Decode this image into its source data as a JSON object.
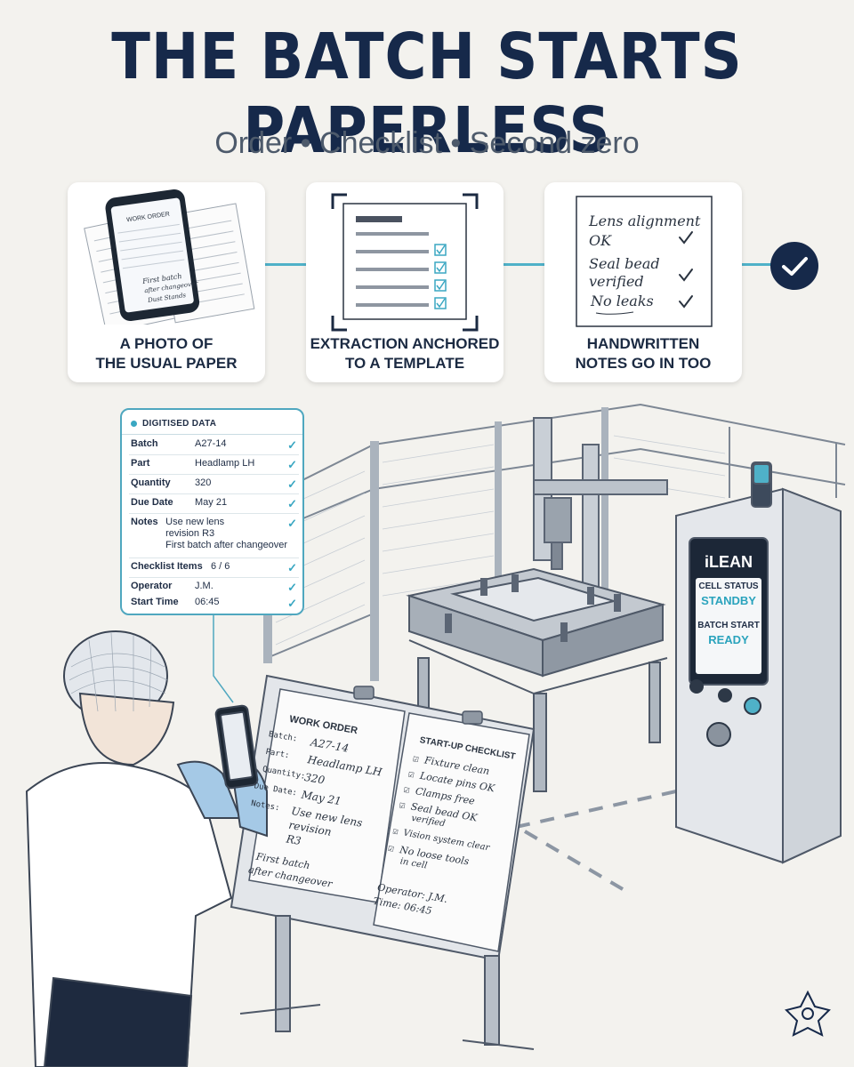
{
  "header": {
    "title": "THE BATCH STARTS PAPERLESS",
    "subtitle": "Order • Checklist • Second zero"
  },
  "steps": [
    {
      "line1": "A PHOTO OF",
      "line2": "THE USUAL PAPER",
      "icon": "phone-photo-icon"
    },
    {
      "line1": "EXTRACTION ANCHORED",
      "line2": "TO A TEMPLATE",
      "icon": "template-extraction-icon"
    },
    {
      "line1": "HANDWRITTEN",
      "line2": "NOTES GO IN TOO",
      "icon": "handwritten-notes-icon"
    }
  ],
  "step1_art": {
    "phone_header": "WORK ORDER",
    "phone_note1": "First batch",
    "phone_note2": "after changeover",
    "phone_note3": "Dust Stands"
  },
  "handwritten": {
    "lines": [
      "Lens alignment",
      "OK",
      "Seal bead",
      "verified",
      "No leaks"
    ]
  },
  "digitised": {
    "header": "DIGITISED DATA",
    "rows": [
      {
        "label": "Batch",
        "value": "A27-14"
      },
      {
        "label": "Part",
        "value": "Headlamp LH"
      },
      {
        "label": "Quantity",
        "value": "320"
      },
      {
        "label": "Due Date",
        "value": "May 21"
      }
    ],
    "notes_label": "Notes",
    "notes_lines": [
      "Use new lens",
      "revision R3",
      "First batch after changeover"
    ],
    "checklist_label": "Checklist Items",
    "checklist_value": "6 / 6",
    "operator_label": "Operator",
    "operator_value": "J.M.",
    "start_label": "Start Time",
    "start_value": "06:45"
  },
  "work_order": {
    "title": "WORK ORDER",
    "batch_label": "Batch:",
    "batch": "A27-14",
    "part_label": "Part:",
    "part": "Headlamp LH",
    "qty_label": "Quantity:",
    "qty": "320",
    "due_label": "Due Date:",
    "due": "May 21",
    "notes_label": "Notes:",
    "notes": [
      "Use new lens",
      "revision",
      "R3"
    ],
    "notes2": [
      "First batch",
      "after changeover"
    ]
  },
  "checklist": {
    "title": "START-UP CHECKLIST",
    "items": [
      [
        "Fixture clean"
      ],
      [
        "Locate pins OK"
      ],
      [
        "Clamps free"
      ],
      [
        "Seal bead OK",
        "verified"
      ],
      [
        "Vision system clear"
      ],
      [
        "No loose tools",
        "in cell"
      ]
    ],
    "operator": "Operator:  J.M.",
    "time": "Time:  06:45"
  },
  "cabinet": {
    "brand": "iLEAN",
    "cell_status_label": "CELL STATUS",
    "cell_status": "STANDBY",
    "batch_start_label": "BATCH START",
    "batch_start": "READY"
  },
  "colors": {
    "navy": "#16294a",
    "accent": "#4fb1c8",
    "teal_text": "#2aa3bd",
    "check": "#3aa7c2"
  }
}
